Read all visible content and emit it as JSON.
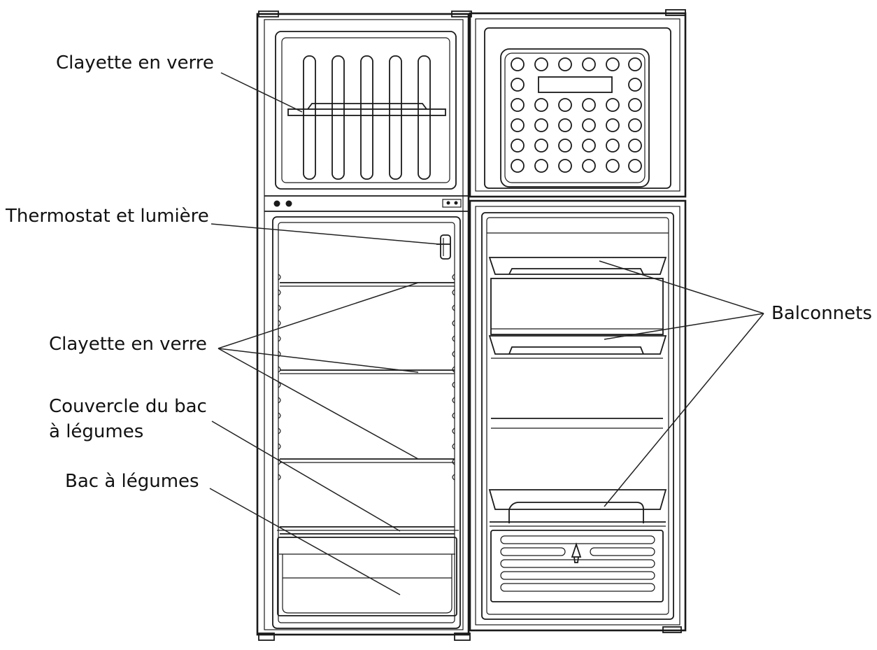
{
  "labels": {
    "top_glass_shelf": "Clayette en verre",
    "thermostat": "Thermostat et lumière",
    "glass_shelves": "Clayette en verre",
    "crisper_cover_line1": "Couvercle du bac",
    "crisper_cover_line2": "à légumes",
    "crisper": "Bac à légumes",
    "door_balconies": "Balconnets"
  }
}
